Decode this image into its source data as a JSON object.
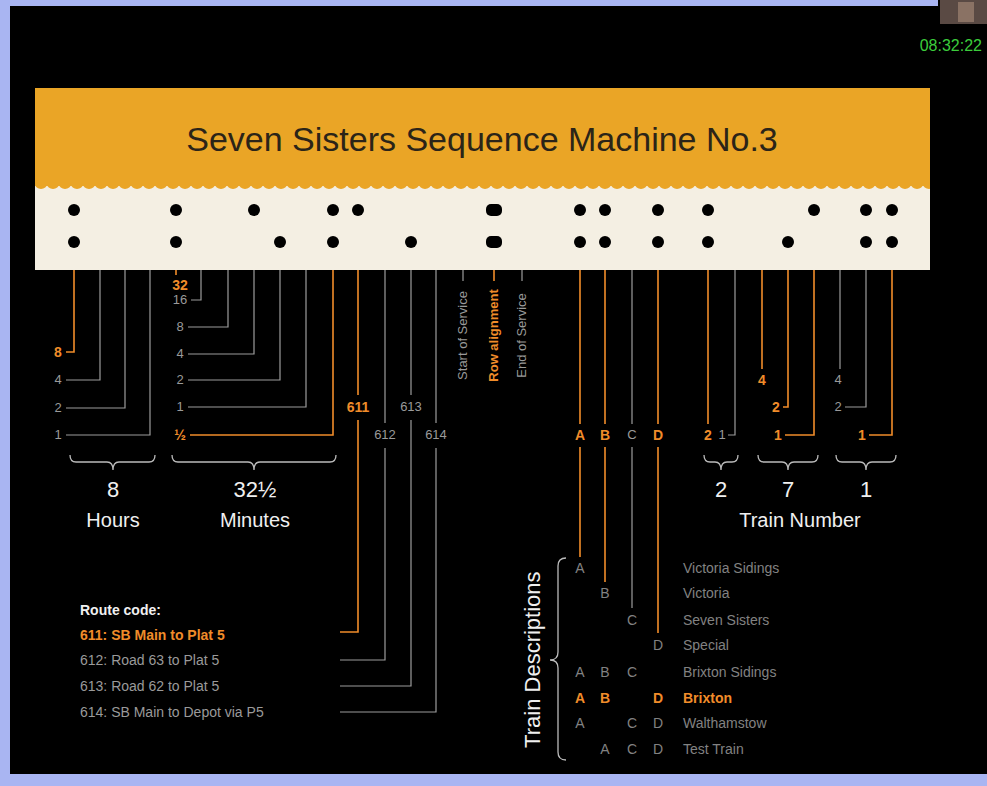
{
  "diagram": {
    "title": "Seven Sisters Sequence Machine No.3",
    "labels": [
      "08:32:22",
      "8",
      "4",
      "2",
      "1",
      "32",
      "16",
      "8",
      "4",
      "2",
      "1",
      "½",
      "611",
      "613",
      "612",
      "614",
      "Start of Service",
      "Row alignment",
      "End of Service",
      "A",
      "B",
      "C",
      "D",
      "2",
      "1",
      "4",
      "2",
      "1",
      "4",
      "2",
      "1",
      "8",
      "Hours",
      "32½",
      "Minutes",
      "2",
      "7",
      "1",
      "Train Number",
      "Route code:",
      "611: SB Main to Plat 5",
      "612: Road 63 to Plat 5",
      "613: Road 62 to Plat 5",
      "614: SB Main to Depot via P5",
      "Train Descriptions",
      "A",
      "Victoria Sidings",
      "B",
      "Victoria",
      "C",
      "Seven Sisters",
      "D",
      "Special",
      "A",
      "B",
      "C",
      "Brixton Sidings",
      "A",
      "B",
      "D",
      "Brixton",
      "A",
      "C",
      "D",
      "Walthamstow",
      "A",
      "C",
      "D",
      "Test Train"
    ]
  }
}
